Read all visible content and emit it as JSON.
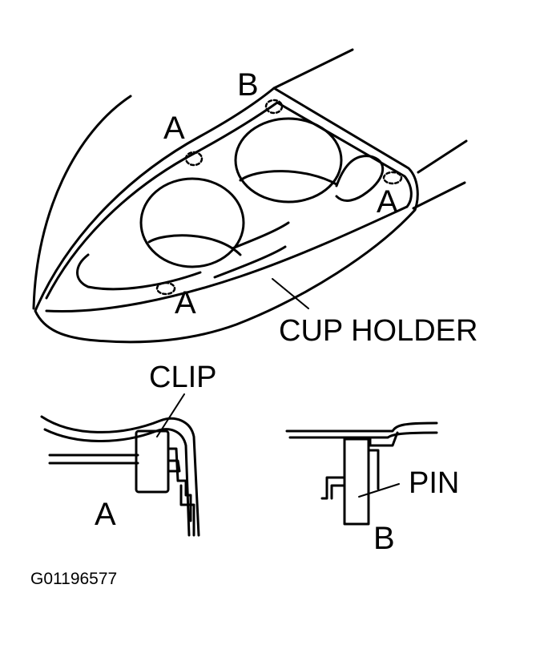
{
  "labels": {
    "top_b": "B",
    "top_a_left": "A",
    "top_a_right": "A",
    "top_a_bottom": "A",
    "cup_holder": "CUP HOLDER",
    "clip": "CLIP",
    "detail_a": "A",
    "pin": "PIN",
    "detail_b": "B"
  },
  "figure_code": "G01196577",
  "colors": {
    "ink": "#000000",
    "paper": "#ffffff"
  }
}
